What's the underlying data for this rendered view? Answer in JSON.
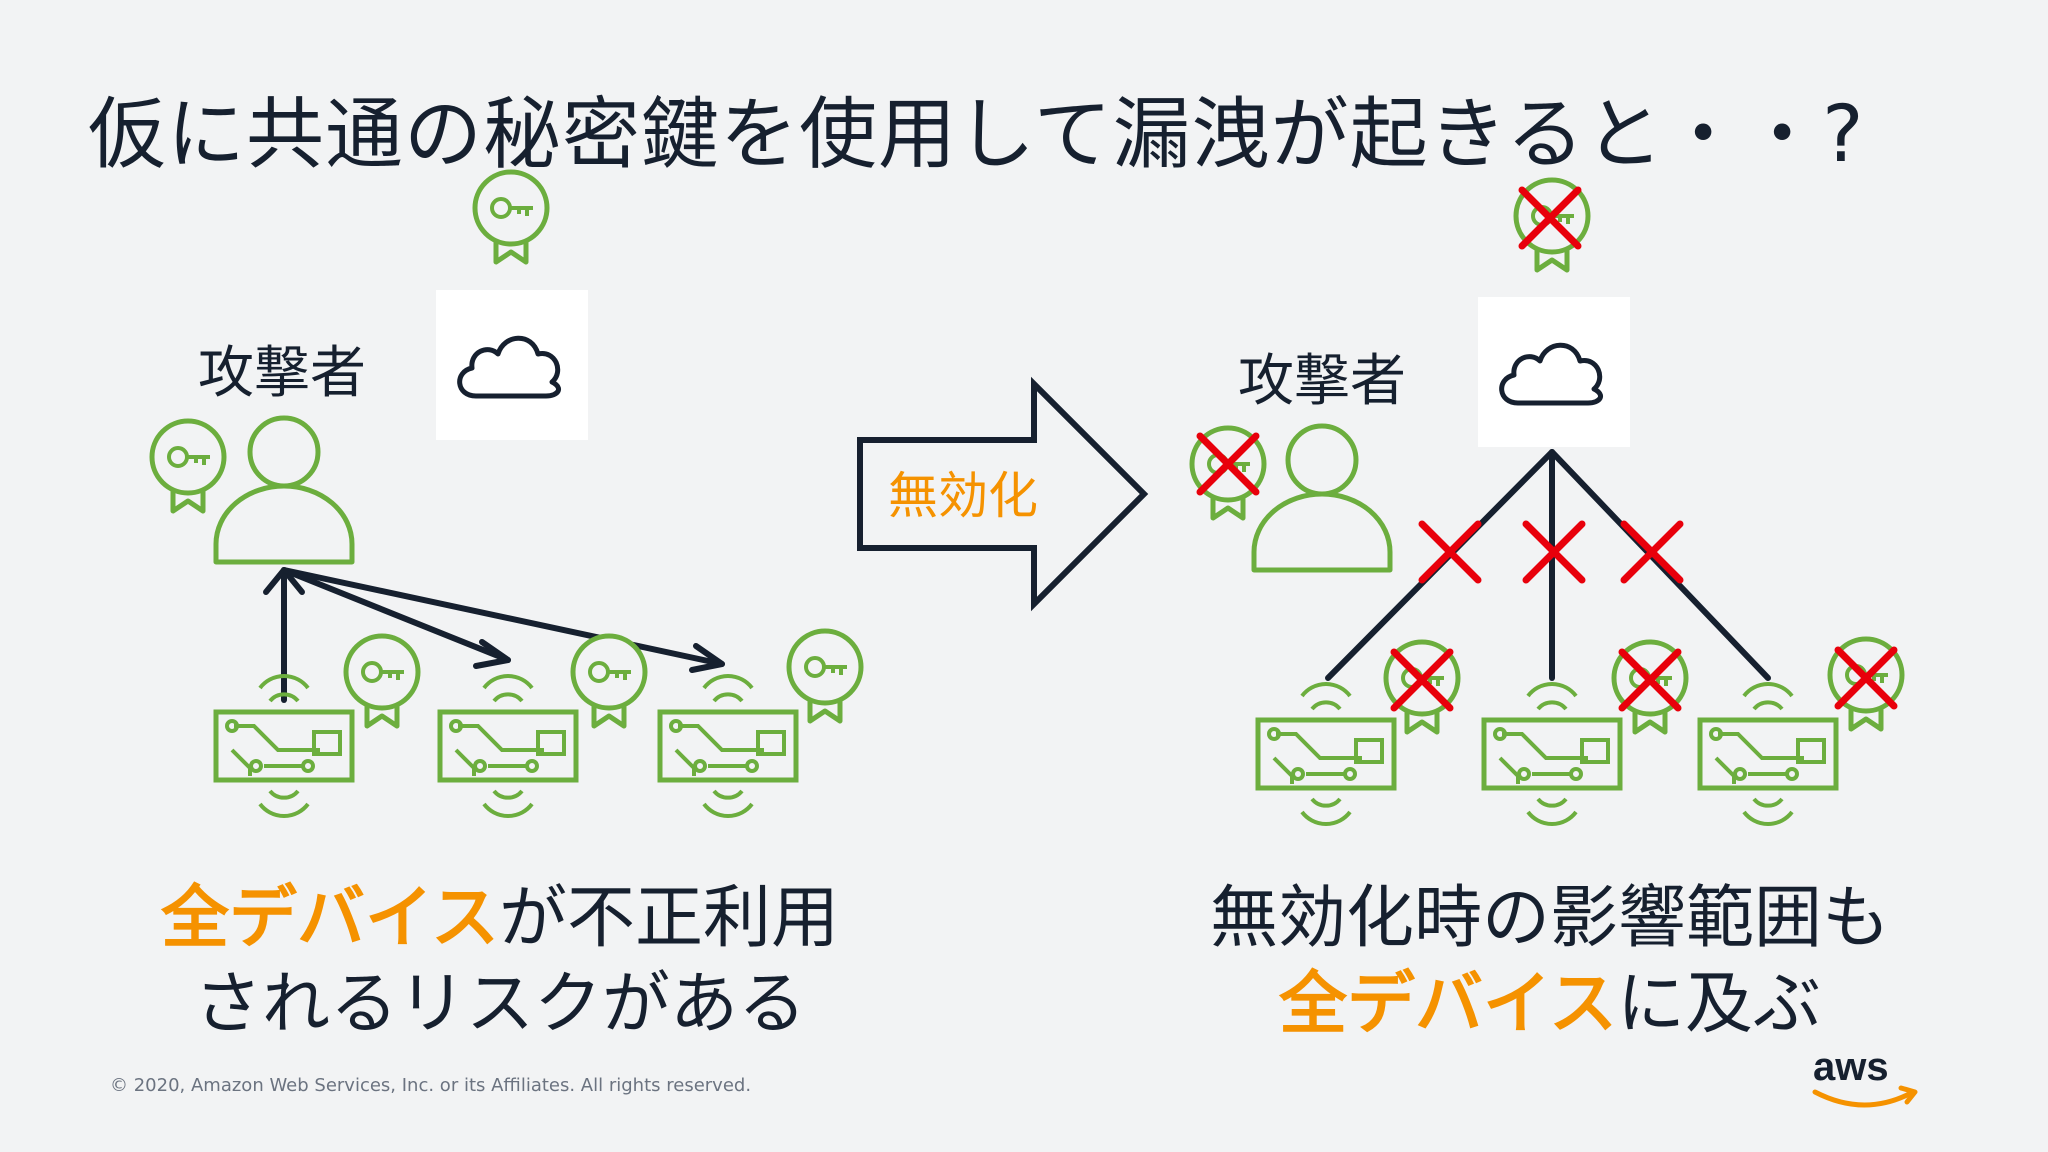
{
  "title": "仮に共通の秘密鍵を使用して漏洩が起きると・・?",
  "left": {
    "attacker_label": "攻撃者",
    "caption_line1_highlight": "全デバイス",
    "caption_line1_rest": "が不正利用",
    "caption_line2": "されるリスクがある"
  },
  "arrow_label": "無効化",
  "right": {
    "attacker_label": "攻撃者",
    "caption_line1": "無効化時の影響範囲も",
    "caption_line2_highlight": "全デバイス",
    "caption_line2_rest": "に及ぶ"
  },
  "footer": {
    "copyright": "© 2020, Amazon Web Services, Inc. or its Affiliates. All rights reserved.",
    "logo_text": "aws"
  },
  "colors": {
    "green": "#6cae3e",
    "navy": "#16202f",
    "orange": "#f59200",
    "red": "#e8000b"
  }
}
